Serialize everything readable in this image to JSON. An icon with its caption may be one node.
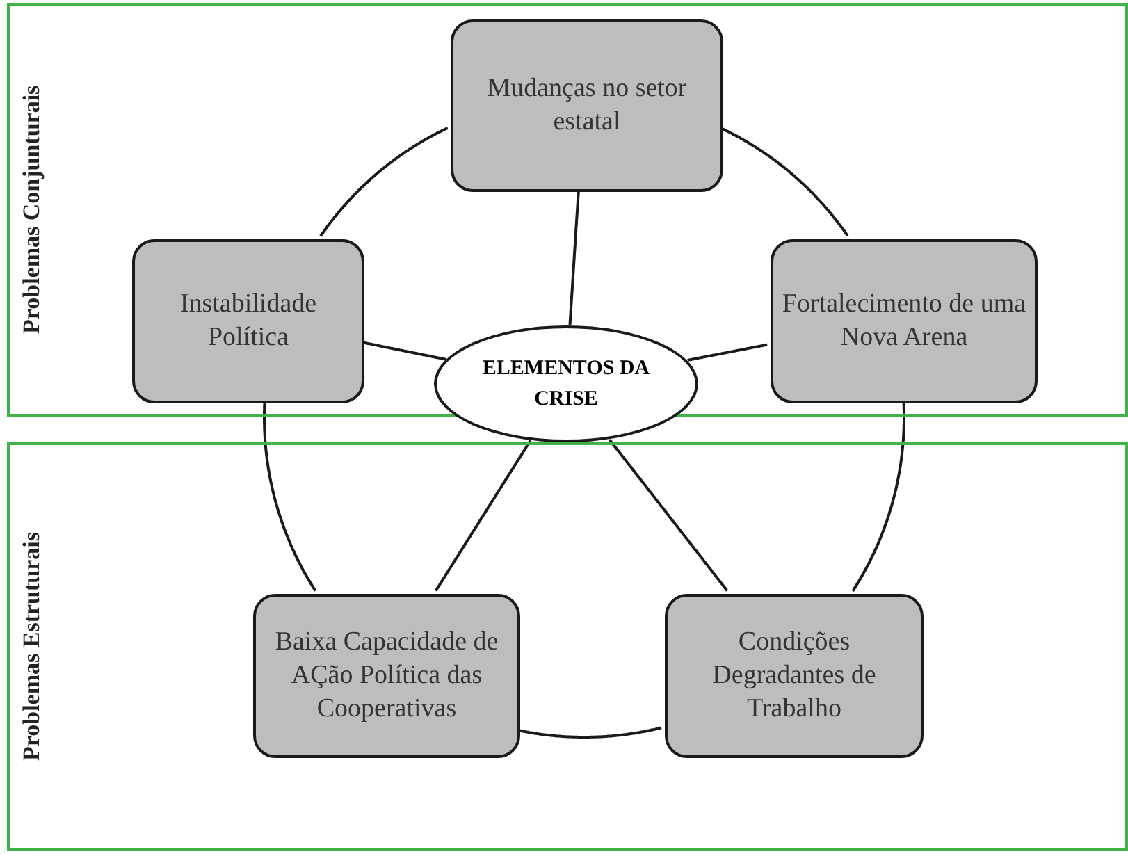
{
  "diagram": {
    "nodes": [
      {
        "text": [
          "Problemas Conjunturais"
        ]
      },
      {
        "text": [
          "Mudanças no setor estatal"
        ],
        "in": 0
      },
      {
        "text": [
          "Instabilidade Política"
        ],
        "in": 0
      },
      {
        "text": [
          "Fortalecimento de uma Nova Arena"
        ],
        "in": 0
      },
      {
        "text": [
          "ELEMENTOS DA CRISE"
        ]
      },
      {
        "text": [
          "Problemas Estruturais"
        ]
      },
      {
        "text": [
          "Baixa Capacidade de AÇão Política das Cooperativas"
        ],
        "in": 5
      },
      {
        "text": [
          "Condições Degradantes de Trabalho"
        ],
        "in": 5
      }
    ],
    "edges": [
      {
        "from": 4,
        "to": 1,
        "arrow": "none"
      },
      {
        "from": 4,
        "to": 2,
        "arrow": "none"
      },
      {
        "from": 4,
        "to": 3,
        "arrow": "none"
      },
      {
        "from": 4,
        "to": 6,
        "arrow": "none"
      },
      {
        "from": 4,
        "to": 7,
        "arrow": "none"
      },
      {
        "from": 1,
        "to": 3,
        "arrow": "none"
      },
      {
        "from": 3,
        "to": 7,
        "arrow": "none"
      },
      {
        "from": 7,
        "to": 6,
        "arrow": "none"
      },
      {
        "from": 6,
        "to": 2,
        "arrow": "none"
      },
      {
        "from": 2,
        "to": 1,
        "arrow": "none"
      }
    ]
  }
}
